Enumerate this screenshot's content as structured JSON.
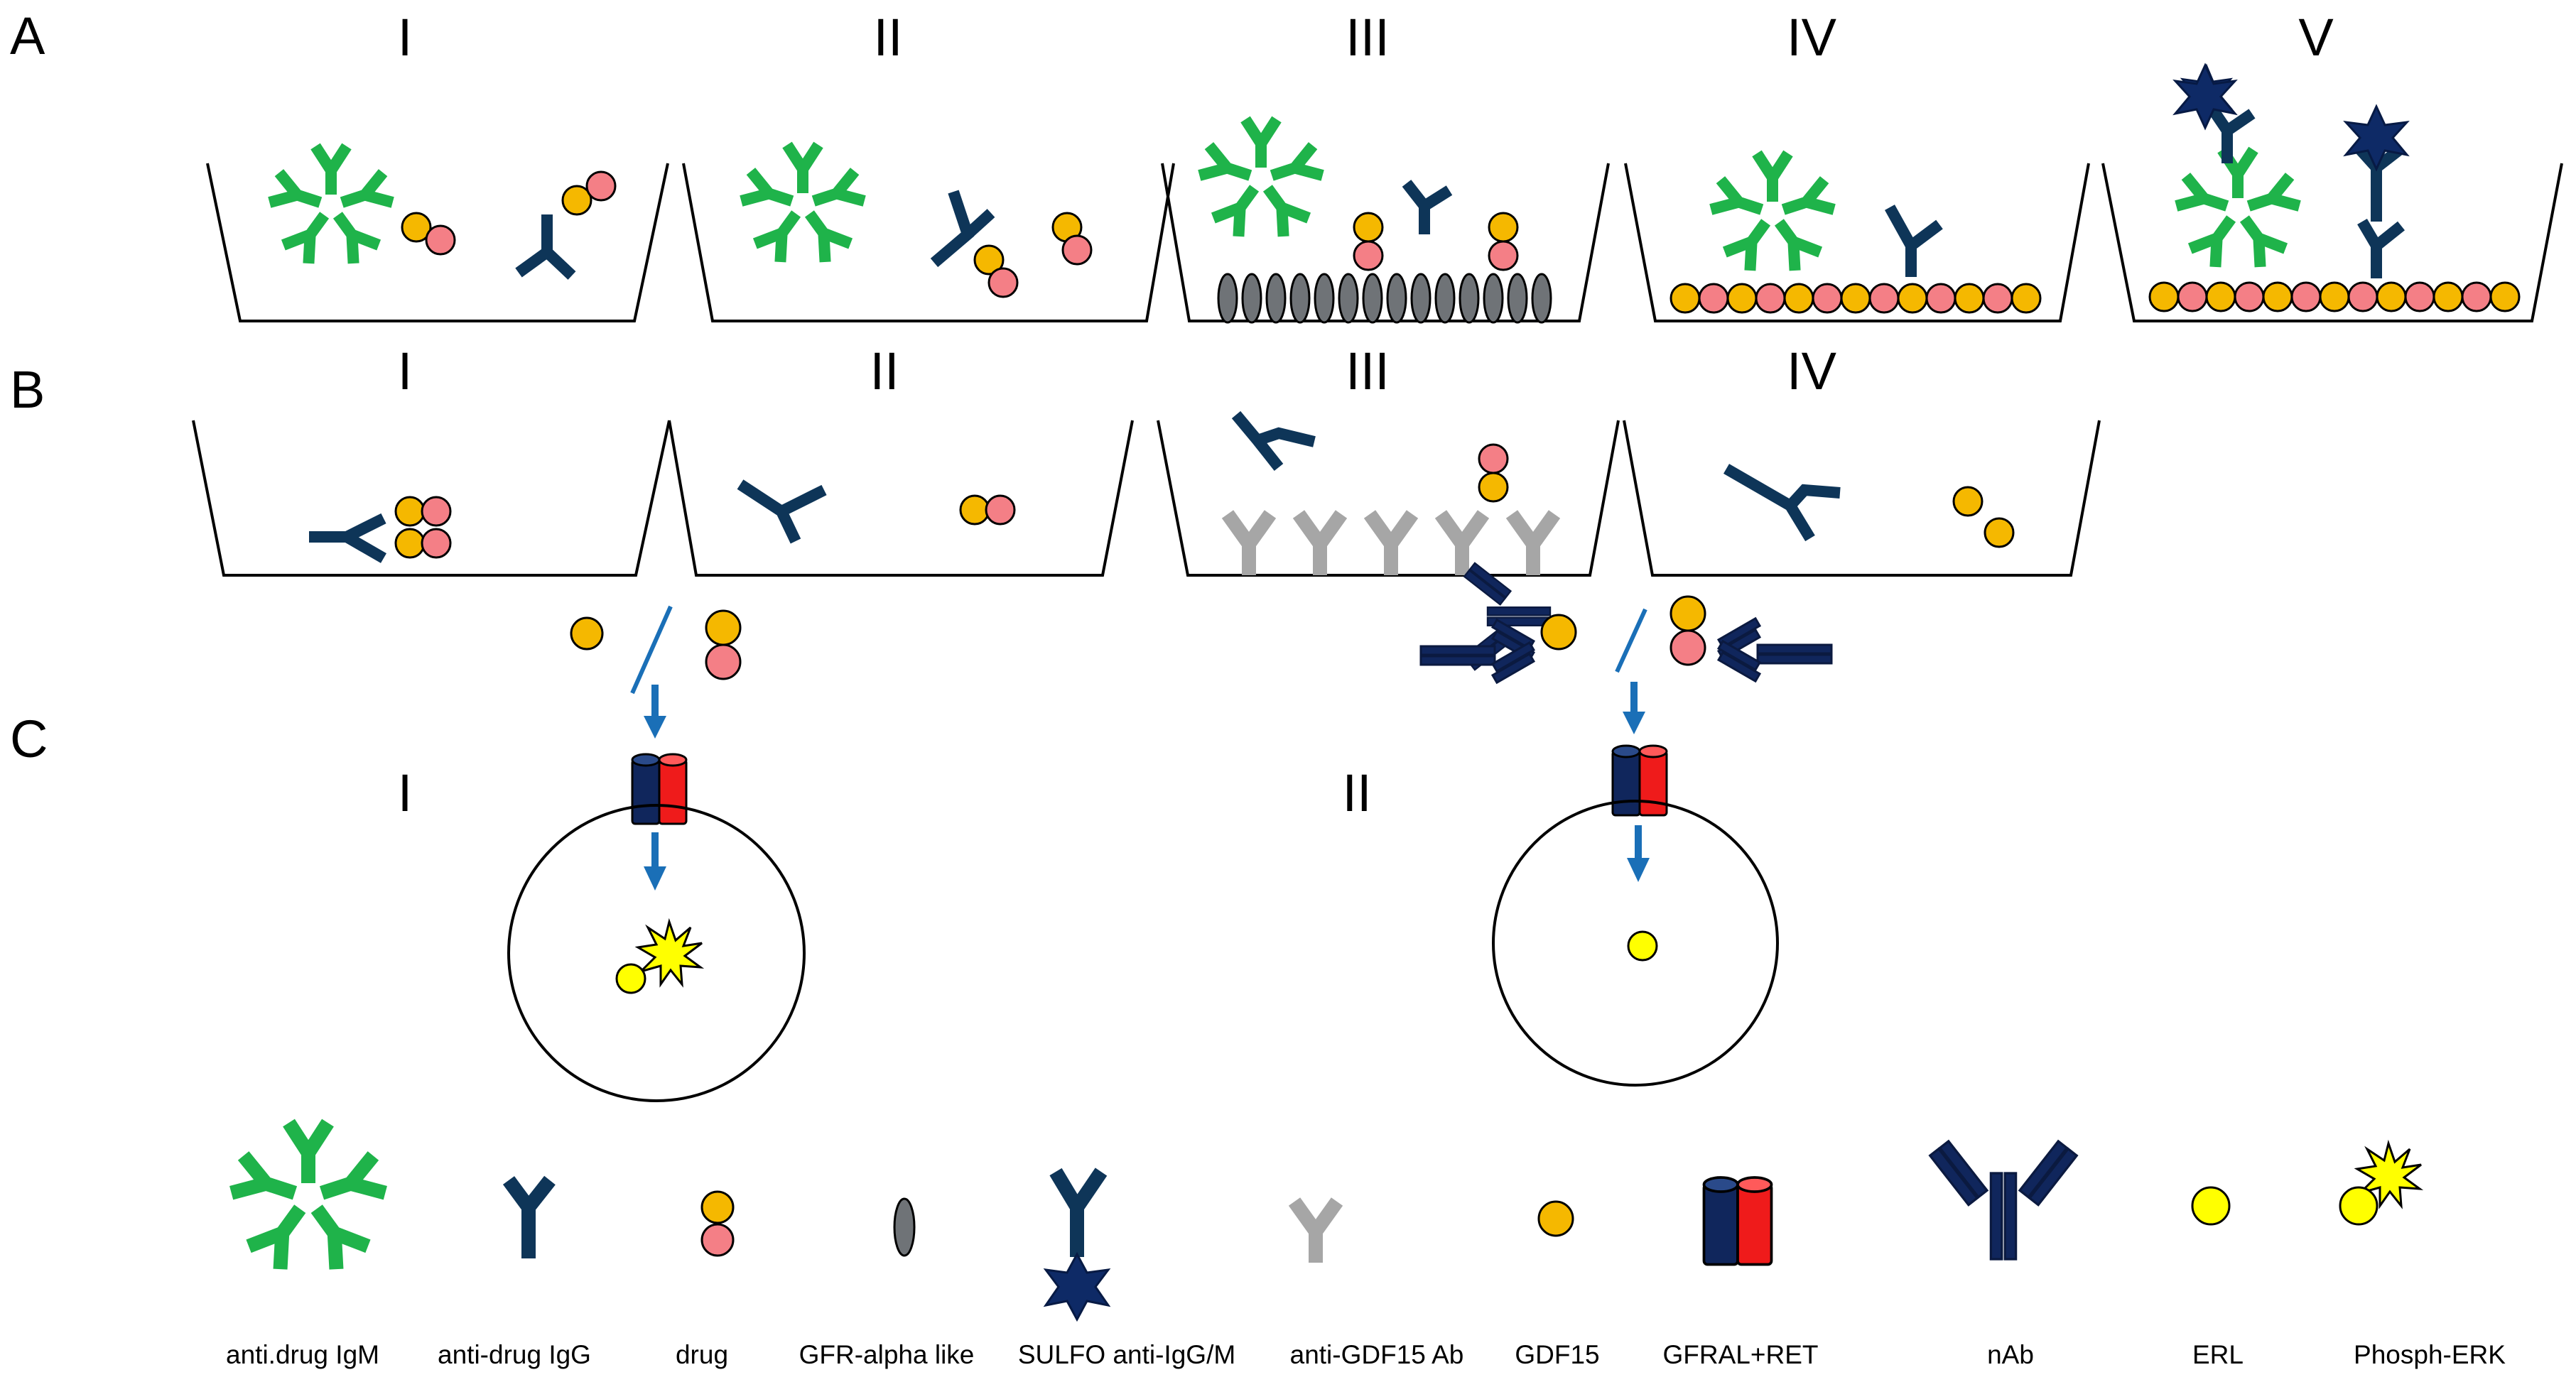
{
  "panels": {
    "a": "A",
    "b": "B",
    "c": "C"
  },
  "row_a": {
    "labels": [
      "I",
      "II",
      "III",
      "IV",
      "V"
    ]
  },
  "row_b": {
    "labels": [
      "I",
      "II",
      "III",
      "IV"
    ]
  },
  "row_c": {
    "labels": [
      "I",
      "II"
    ]
  },
  "legend": {
    "igm": "anti.drug IgM",
    "igg": "anti-drug IgG",
    "drug": "drug",
    "gfr": "GFR-alpha like",
    "sulfo": "SULFO anti-IgG/M",
    "anti_gdf15": "anti-GDF15 Ab",
    "gdf15": "GDF15",
    "gfral": "GFRAL+RET",
    "nab": "nAb",
    "erl": "ERL",
    "perk": "Phosph-ERK"
  },
  "colors": {
    "igm_green": "#1fb34a",
    "igg_navy": "#0e3558",
    "gdf15_orange": "#f5b800",
    "drug_pink": "#f47f86",
    "gfr_grey": "#6f7377",
    "anti_gdf15_grey": "#a6a6a6",
    "nab_navy": "#10265c",
    "receptor_red": "#ef1b1b",
    "erk_yellow": "#ffff00",
    "arrow_blue": "#1a6fb7"
  }
}
